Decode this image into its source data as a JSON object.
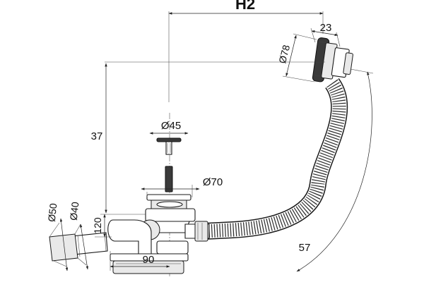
{
  "labels": {
    "h2": "H2",
    "d23": "23",
    "d78": "Ø78",
    "d45": "Ø45",
    "d37": "37",
    "d70": "Ø70",
    "d50": "Ø50",
    "d40": "Ø40",
    "d120": "120",
    "d90": "90",
    "d57": "57"
  }
}
